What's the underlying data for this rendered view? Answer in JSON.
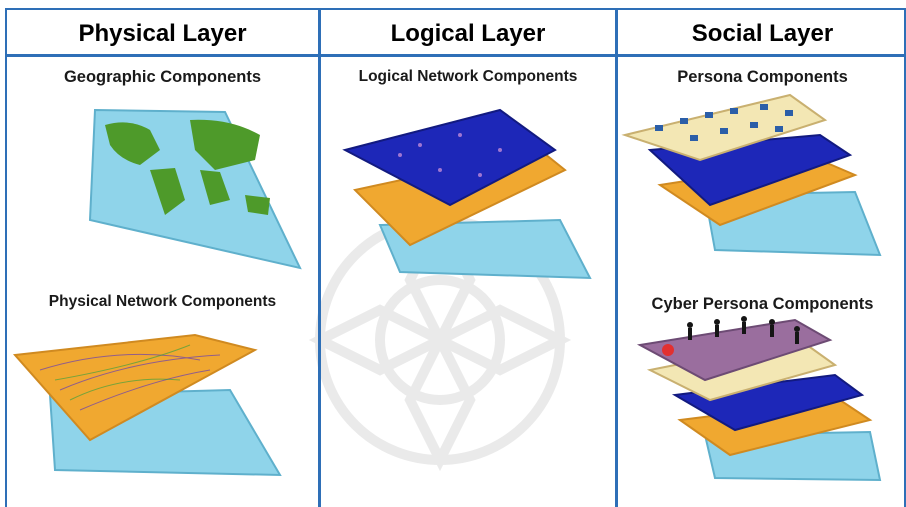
{
  "columns": [
    {
      "header": "Physical Layer",
      "items": [
        "Geographic Components",
        "Physical Network Components"
      ]
    },
    {
      "header": "Logical Layer",
      "items": [
        "Logical Network Components"
      ]
    },
    {
      "header": "Social Layer",
      "items": [
        "Persona Components",
        "Cyber Persona Components"
      ]
    }
  ],
  "colors": {
    "border": "#2e6fb7",
    "map_blue": "#8fd4ea",
    "land_green": "#4e9a2a",
    "network_orange": "#f0a830",
    "logical_blue": "#1d27b8",
    "persona_cream": "#f3e7b4",
    "cyber_purple": "#9a6e9e"
  },
  "icons": [
    "map-icon",
    "network-layer-icon",
    "computer-icon",
    "person-icon"
  ]
}
